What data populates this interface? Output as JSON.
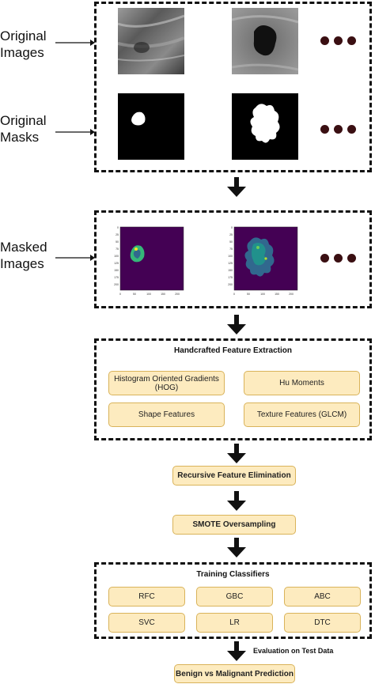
{
  "labels": {
    "original_images": "Original Images",
    "original_masks": "Original Masks",
    "masked_images": "Masked Images"
  },
  "feature_extraction": {
    "title": "Handcrafted Feature Extraction",
    "items": [
      "Histogram Oriented Gradients (HOG)",
      "Hu Moments",
      "Shape Features",
      "Texture Features (GLCM)"
    ]
  },
  "steps": {
    "rfe": "Recursive Feature Elimination",
    "smote": "SMOTE Oversampling"
  },
  "classifiers": {
    "title": "Training Classifiers",
    "items": [
      "RFC",
      "GBC",
      "ABC",
      "SVC",
      "LR",
      "DTC"
    ]
  },
  "evaluation_label": "Evaluation on Test Data",
  "final_box": "Benign vs Malignant Prediction",
  "plot_ticks": {
    "y": [
      "0",
      "25",
      "50",
      "75",
      "100",
      "125",
      "150",
      "175",
      "200"
    ],
    "x": [
      "0",
      "50",
      "100",
      "150",
      "200"
    ]
  },
  "colors": {
    "box_fill": "#fdebbf",
    "box_border": "#d9b35a",
    "viridis_background": "#440154",
    "dot": "#3a0f12"
  }
}
